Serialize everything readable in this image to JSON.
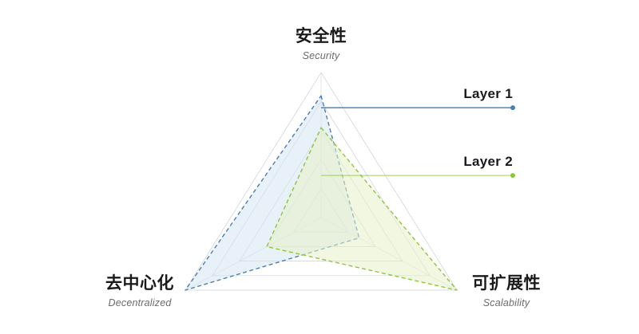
{
  "chart_data": {
    "type": "radar",
    "title": "",
    "subtitle": "",
    "axes": [
      {
        "id": "security",
        "cn": "安全性",
        "en": "Security",
        "position": "top"
      },
      {
        "id": "scalability",
        "cn": "可扩展性",
        "en": "Scalability",
        "position": "bottom-right"
      },
      {
        "id": "decentralized",
        "cn": "去中心化",
        "en": "Decentralized",
        "position": "bottom-left"
      }
    ],
    "categories": [
      "Security",
      "Scalability",
      "Decentralized"
    ],
    "rmax": 5,
    "rings": 5,
    "grid": true,
    "legend_position": "right",
    "series": [
      {
        "name": "Layer 1",
        "color": "#4a7fb5",
        "fill": "#d6e4f2",
        "fill_opacity": 0.55,
        "values": [
          4.2,
          1.4,
          5.0
        ]
      },
      {
        "name": "Layer 2",
        "color": "#8cc63e",
        "fill": "#e8f0c8",
        "fill_opacity": 0.55,
        "values": [
          3.1,
          5.0,
          2.0
        ]
      }
    ]
  },
  "legend": {
    "items": [
      {
        "label": "Layer 1",
        "color": "#4a7fb5"
      },
      {
        "label": "Layer 2",
        "color": "#8cc63e"
      }
    ]
  },
  "colors": {
    "background": "#ffffff",
    "grid": "#b9bfcc",
    "text_primary": "#1a1a1a",
    "text_secondary": "#6b6b6b",
    "layer1_stroke": "#4a7fb5",
    "layer1_fill": "#d6e4f2",
    "layer2_stroke": "#8cc63e",
    "layer2_fill": "#e8f0c8"
  }
}
